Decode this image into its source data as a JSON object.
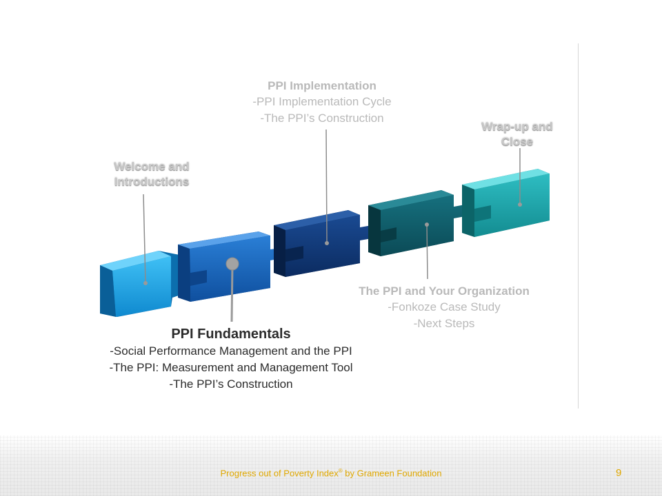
{
  "stages": [
    {
      "id": "welcome",
      "title": "Welcome and Introductions",
      "lines": []
    },
    {
      "id": "fundamentals",
      "title": "PPI Fundamentals",
      "lines": [
        "-Social Performance Management and the PPI",
        "-The PPI: Measurement and Management Tool",
        "-The PPI’s Construction"
      ]
    },
    {
      "id": "implementation",
      "title": "PPI Implementation",
      "lines": [
        "-PPI Implementation Cycle",
        "-The PPI’s Construction"
      ]
    },
    {
      "id": "organization",
      "title": "The PPI and Your Organization",
      "lines": [
        "-Fonkoze Case Study",
        "-Next Steps"
      ]
    },
    {
      "id": "wrapup",
      "title": "Wrap-up and Close",
      "lines": []
    }
  ],
  "colors": {
    "piece1": "#1aa6e8",
    "piece2": "#1566c0",
    "piece3": "#0e3a7c",
    "piece4": "#0f5f6d",
    "piece5": "#1aa3a8",
    "active_text": "#2b2b2b",
    "faded_text": "#b9b9b9",
    "footer_text": "#e0a800"
  },
  "footer": {
    "text_pre": "Progress out of Poverty Index",
    "reg": "®",
    "text_post": " by Grameen Foundation",
    "page_number": "9"
  }
}
